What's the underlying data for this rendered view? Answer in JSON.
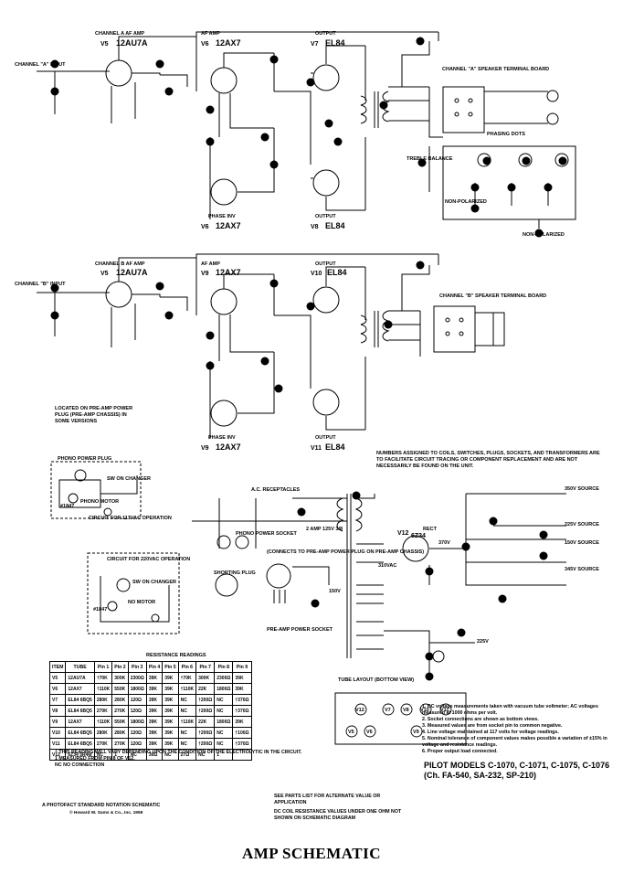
{
  "title": "AMP SCHEMATIC",
  "section_a": {
    "label": "CHANNEL A AF AMP",
    "input_label": "CHANNEL \"A\" INPUT",
    "v5": "V5",
    "tube_v5": "12AU7A",
    "af_amp": "AF AMP",
    "v6": "V6",
    "tube_v6": "12AX7",
    "output": "OUTPUT",
    "v7": "V7",
    "v8": "V8",
    "el84": "EL84",
    "phase_inv": "PHASE INV",
    "speaker_board": "CHANNEL \"A\" SPEAKER TERMINAL BOARD",
    "phasing_dots": "PHASING DOTS",
    "treble_balance": "TREBLE BALANCE",
    "non_polarized": "NON-POLARIZED"
  },
  "section_b": {
    "label": "CHANNEL B AF AMP",
    "input_label": "CHANNEL \"B\" INPUT",
    "v5": "V5",
    "tube_v5": "12AU7A",
    "af_amp": "AF AMP",
    "v9": "V9",
    "tube_v9": "12AX7",
    "output": "OUTPUT",
    "v10": "V10",
    "v11": "V11",
    "el84": "EL84",
    "phase_inv": "PHASE INV",
    "speaker_board": "CHANNEL \"B\" SPEAKER TERMINAL BOARD"
  },
  "power": {
    "ac_receptacles": "A.C. RECEPTACLES",
    "phono_power_socket": "PHONO POWER SOCKET",
    "shorting_plug": "SHORTING PLUG",
    "connects_note": "(CONNECTS TO PRE-AMP POWER PLUG ON PRE-AMP CHASSIS)",
    "preamp_power_socket": "PRE-AMP POWER SOCKET",
    "rect": "RECT",
    "v12": "V12",
    "tube_v12": "6Z34",
    "fuse": "2 AMP 125V 3/8",
    "v310": "310VAC",
    "src350": "350V SOURCE",
    "src225": "225V SOURCE",
    "src150": "150V SOURCE",
    "src345": "345V SOURCE",
    "v370": "370V",
    "v225": "225V",
    "v150": "150V",
    "notice": "NUMBERS ASSIGNED TO COILS, SWITCHES, PLUGS, SOCKETS, AND TRANSFORMERS ARE TO FACILITATE CIRCUIT TRACING OR COMPONENT REPLACEMENT AND ARE NOT NECESSARILY BE FOUND ON THE UNIT."
  },
  "phono": {
    "located": "LOCATED ON PRE-AMP POWER PLUG (PRE-AMP CHASSIS) IN SOME VERSIONS",
    "phono_power_plug": "PHONO POWER PLUG",
    "sw_changer": "SW ON CHANGER",
    "phono_motor": "PHONO MOTOR",
    "c117": "CIRCUIT FOR 117VAC OPERATION",
    "c220": "CIRCUIT FOR 220VAC OPERATION",
    "sw_changer2": "SW ON CHANGER",
    "no_motor": "NO MOTOR",
    "lamp": "#1847"
  },
  "resistance": {
    "caption": "RESISTANCE READINGS",
    "headers": [
      "ITEM",
      "TUBE",
      "Pin 1",
      "Pin 2",
      "Pin 3",
      "Pin 4",
      "Pin 5",
      "Pin 6",
      "Pin 7",
      "Pin 8",
      "Pin 9"
    ],
    "rows": [
      [
        "V5",
        "12AU7A",
        "†70K",
        "300K",
        "2300Ω",
        "39K",
        "39K",
        "†70K",
        "300K",
        "2300Ω",
        "39K"
      ],
      [
        "V6",
        "12AX7",
        "†110K",
        "550K",
        "1800Ω",
        "39K",
        "39K",
        "†110K",
        "22K",
        "1800Ω",
        "39K"
      ],
      [
        "V7",
        "EL84 6BQ5",
        "280K",
        "280K",
        "120Ω",
        "39K",
        "39K",
        "NC",
        "†200Ω",
        "NC",
        "†370Ω"
      ],
      [
        "V8",
        "EL84 6BQ5",
        "270K",
        "270K",
        "120Ω",
        "39K",
        "39K",
        "NC",
        "†200Ω",
        "NC",
        "†370Ω"
      ],
      [
        "V9",
        "12AX7",
        "†110K",
        "550K",
        "1800Ω",
        "39K",
        "39K",
        "†110K",
        "22K",
        "1800Ω",
        "39K"
      ],
      [
        "V10",
        "EL84 6BQ5",
        "280K",
        "280K",
        "120Ω",
        "39K",
        "39K",
        "NC",
        "†200Ω",
        "NC",
        "†100Ω"
      ],
      [
        "V11",
        "EL84 6BQ5",
        "270K",
        "270K",
        "120Ω",
        "39K",
        "39K",
        "NC",
        "†200Ω",
        "NC",
        "†370Ω"
      ],
      [
        "V12",
        "6Z34 5R4M",
        "NC",
        "1",
        "NC",
        "30Ω",
        "NC",
        "27Ω",
        "NC",
        "1",
        ""
      ]
    ],
    "legend": [
      "†   THIS READING WILL VARY DEPENDING UPON THE CONDITION OF THE ELECTROLYTIC IN THE CIRCUIT.",
      "1   MEASURED FROM PIN 8 OF V12.",
      "NC  NO CONNECTION"
    ]
  },
  "tube_layout": {
    "caption": "TUBE LAYOUT (BOTTOM VIEW)",
    "tubes": [
      "V12",
      "V7",
      "V8",
      "V10",
      "V11",
      "V5",
      "V6",
      "V9"
    ]
  },
  "notes": [
    "1.  DC voltage measurements taken with vacuum tube voltmeter; AC voltages measured at 1000 ohms per volt.",
    "2.  Socket connections are shown as bottom views.",
    "3.  Measured values are from socket pin to common negative.",
    "4.  Line voltage maintained at 117 volts for voltage readings.",
    "5.  Nominal tolerance of component values makes possible a variation of ±15% in voltage and resistance readings.",
    "6.  Proper output load connected."
  ],
  "see_parts": "SEE PARTS LIST FOR ALTERNATE VALUE OR APPLICATION",
  "dc_coil": "DC COIL RESISTANCE VALUES UNDER ONE OHM NOT SHOWN ON SCHEMATIC DIAGRAM",
  "photofact": "A PHOTOFACT STANDARD NOTATION SCHEMATIC",
  "copyright": "© Howard W. Sams & Co., Inc. 1959",
  "models": "PILOT MODELS C-1070, C-1071, C-1075, C-1076 (Ch. FA-540, SA-232, SP-210)"
}
